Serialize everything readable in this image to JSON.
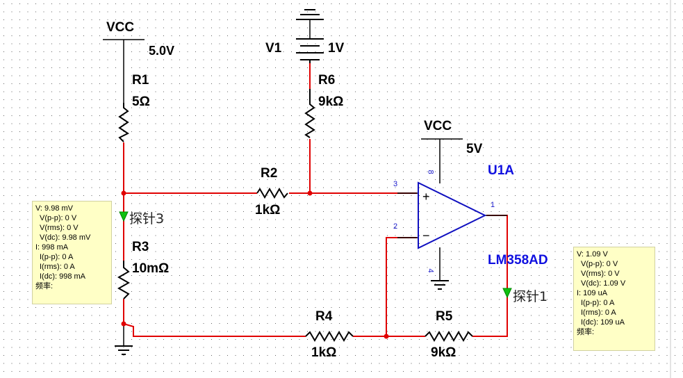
{
  "colors": {
    "wire": "#e00000",
    "component": "#000000",
    "label_blue": "#1010e0",
    "probe_bg": "#ffffc6",
    "probe_marker": "#10c010",
    "grid_dot": "#606060"
  },
  "labels": {
    "vcc1": "VCC",
    "vcc1_value": "5.0V",
    "v1": "V1",
    "v1_value": "1V",
    "r1": "R1",
    "r1_value": "5Ω",
    "r6": "R6",
    "r6_value": "9kΩ",
    "vcc2": "VCC",
    "vcc2_value": "5V",
    "u1": "U1A",
    "u1_model": "LM358AD",
    "r2": "R2",
    "r2_value": "1kΩ",
    "r3": "R3",
    "r3_value": "10mΩ",
    "r4": "R4",
    "r4_value": "1kΩ",
    "r5": "R5",
    "r5_value": "9kΩ"
  },
  "pins": {
    "p3": "3",
    "p2": "2",
    "p8": "8",
    "p4": "4",
    "p1": "1"
  },
  "opamp_signs": {
    "plus": "+",
    "minus": "−"
  },
  "probe3": {
    "name": "探针3",
    "lines": [
      "V: 9.98 mV",
      "V(p-p): 0 V",
      "V(rms): 0 V",
      "V(dc): 9.98 mV",
      "I: 998 mA",
      "I(p-p): 0 A",
      "I(rms): 0 A",
      "I(dc): 998 mA",
      "频率:"
    ]
  },
  "probe1": {
    "name": "探针1",
    "lines": [
      "V: 1.09 V",
      "V(p-p): 0 V",
      "V(rms): 0 V",
      "V(dc): 1.09 V",
      "I: 109 uA",
      "I(p-p): 0 A",
      "I(rms): 0 A",
      "I(dc): 109 uA",
      "频率:"
    ]
  }
}
